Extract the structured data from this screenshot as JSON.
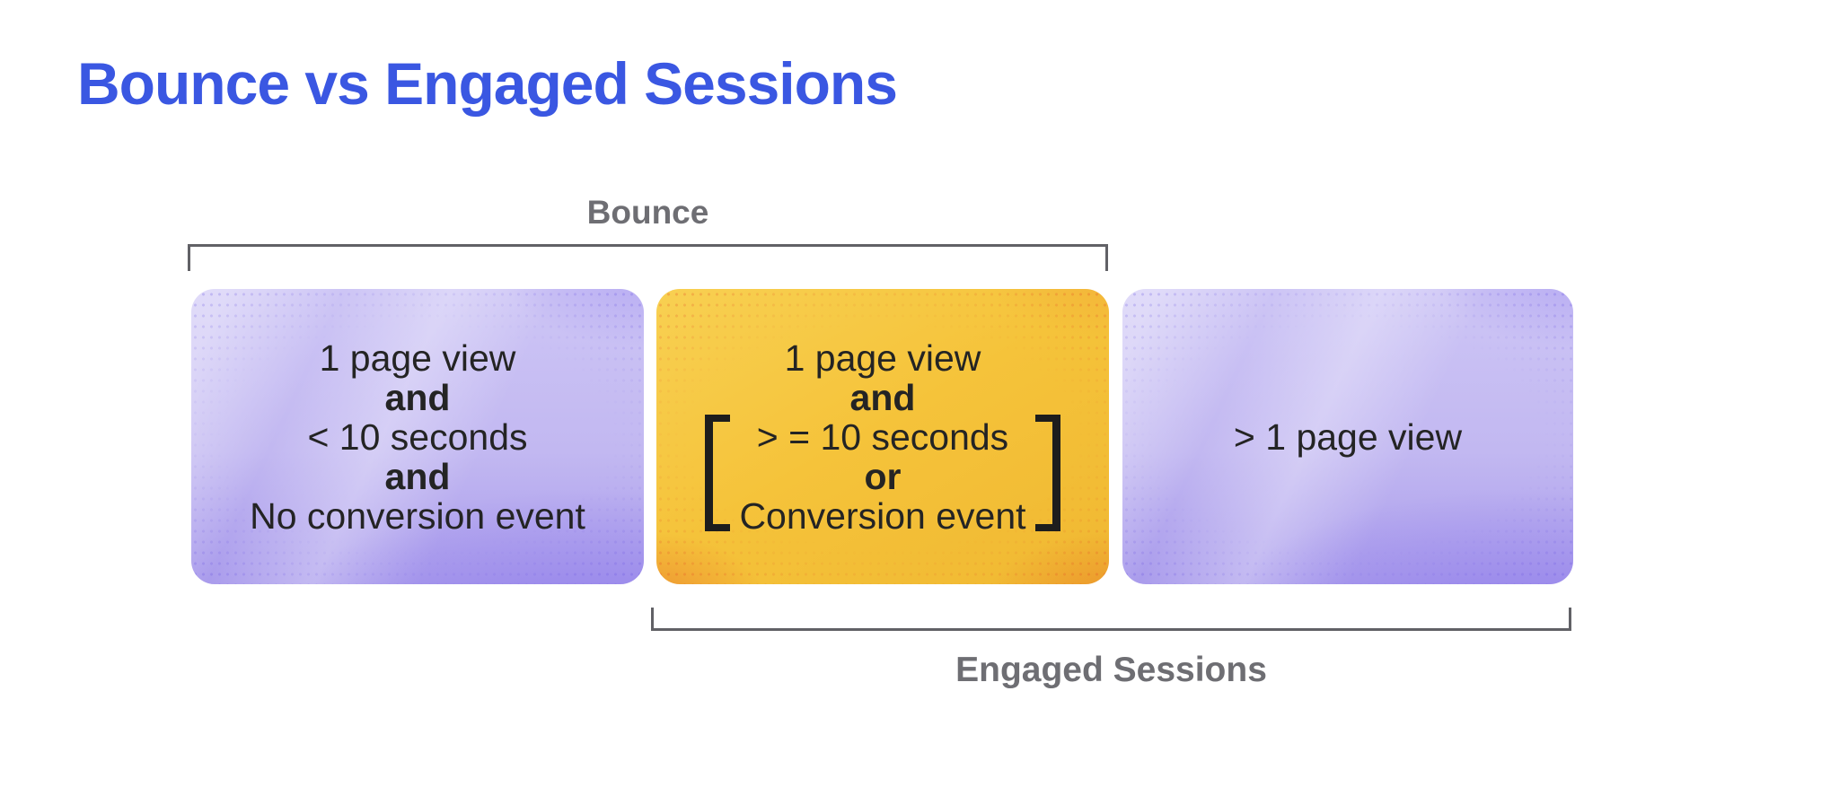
{
  "title": {
    "text": "Bounce vs Engaged Sessions"
  },
  "brackets": {
    "top": {
      "label": "Bounce"
    },
    "bottom": {
      "label": "Engaged Sessions"
    }
  },
  "boxes": {
    "bounce": {
      "lines": [
        "1 page view",
        "and",
        "< 10 seconds",
        "and",
        "No conversion event"
      ]
    },
    "engaged": {
      "lines": [
        "1 page view",
        "and",
        "> = 10 seconds",
        "or",
        "Conversion event"
      ]
    },
    "multipage": {
      "lines": [
        "> 1 page view"
      ]
    }
  },
  "colors": {
    "title": "#3a57e2",
    "bracket_label": "#6e6e73",
    "bracket_line": "#616166",
    "box_text": "#242424",
    "math_bracket": "#1d1d1d",
    "purple_base": "#c2b8f1",
    "purple_light": "#cdc5f5",
    "purple_deep": "#a99bec",
    "gold_base": "#f5c33a",
    "gold_light": "#f8d052",
    "gold_deep": "#ea8c34",
    "page_bg": "#ffffff"
  }
}
